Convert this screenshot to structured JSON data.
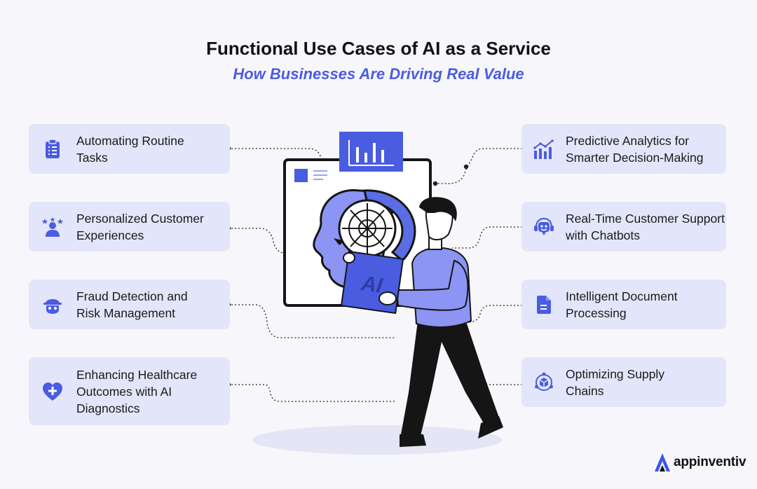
{
  "header": {
    "title": "Functional Use Cases of AI as a Service",
    "subtitle": "How Businesses Are Driving Real Value"
  },
  "colors": {
    "accent": "#4a5ce0",
    "card_bg": "#e3e6fa",
    "figure_shirt": "#8c95f3",
    "dark": "#111111"
  },
  "left_cards": [
    {
      "label": "Automating Routine Tasks",
      "icon": "clipboard-checklist-icon"
    },
    {
      "label": "Personalized Customer Experiences",
      "icon": "user-stars-icon"
    },
    {
      "label": "Fraud Detection and Risk Management",
      "icon": "masked-thief-icon"
    },
    {
      "label": "Enhancing Healthcare Outcomes with AI Diagnostics",
      "icon": "heart-plus-icon"
    }
  ],
  "right_cards": [
    {
      "label": "Predictive Analytics for Smarter Decision-Making",
      "icon": "bar-chart-trend-icon"
    },
    {
      "label": "Real-Time Customer Support with Chatbots",
      "icon": "chatbot-headset-icon"
    },
    {
      "label": "Intelligent Document Processing",
      "icon": "document-icon"
    },
    {
      "label": "Optimizing Supply Chains",
      "icon": "cube-network-icon"
    }
  ],
  "illustration": {
    "box_text": "AI"
  },
  "brand": {
    "name": "appinventiv"
  }
}
